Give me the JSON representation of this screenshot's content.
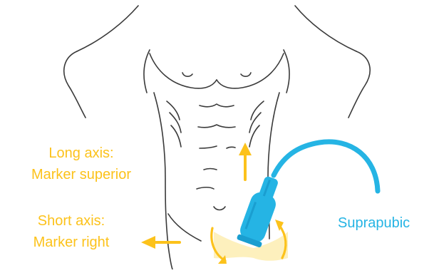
{
  "colors": {
    "outline": "#3a3a3a",
    "accent": "#fcc21b",
    "probe": "#25b4e4",
    "probe_dark": "#1a9ed0",
    "sector_fill": "#fdeeb6"
  },
  "annotations": {
    "long_axis": {
      "line1": "Long axis:",
      "line2": "Marker superior",
      "icon": "arrow-up-icon"
    },
    "short_axis": {
      "line1": "Short axis:",
      "line2": "Marker right",
      "icon": "arrow-left-icon"
    }
  },
  "probe": {
    "label": "Suprapubic",
    "icon": "ultrasound-probe-icon"
  }
}
